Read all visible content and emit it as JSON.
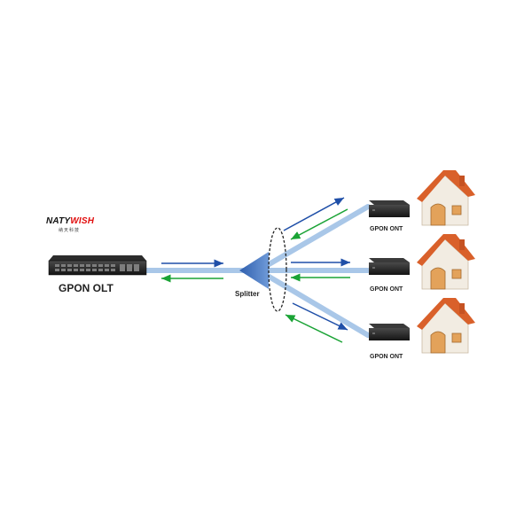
{
  "brand": {
    "name_part1": "NATY",
    "name_part2": "WISH",
    "subtitle": "纳天科技"
  },
  "olt": {
    "label": "GPON OLT"
  },
  "splitter": {
    "label": "Splitter"
  },
  "onts": [
    {
      "label": "GPON ONT"
    },
    {
      "label": "GPON ONT"
    },
    {
      "label": "GPON ONT"
    }
  ],
  "colors": {
    "fiber": "#a9c7e8",
    "downstream_arrow": "#1f4fa8",
    "upstream_arrow": "#1aa335",
    "splitter": "#4a78c0",
    "roof": "#d9602a",
    "wall": "#f2ece2",
    "door": "#e3a25a",
    "brand_red": "#e10d0d"
  }
}
